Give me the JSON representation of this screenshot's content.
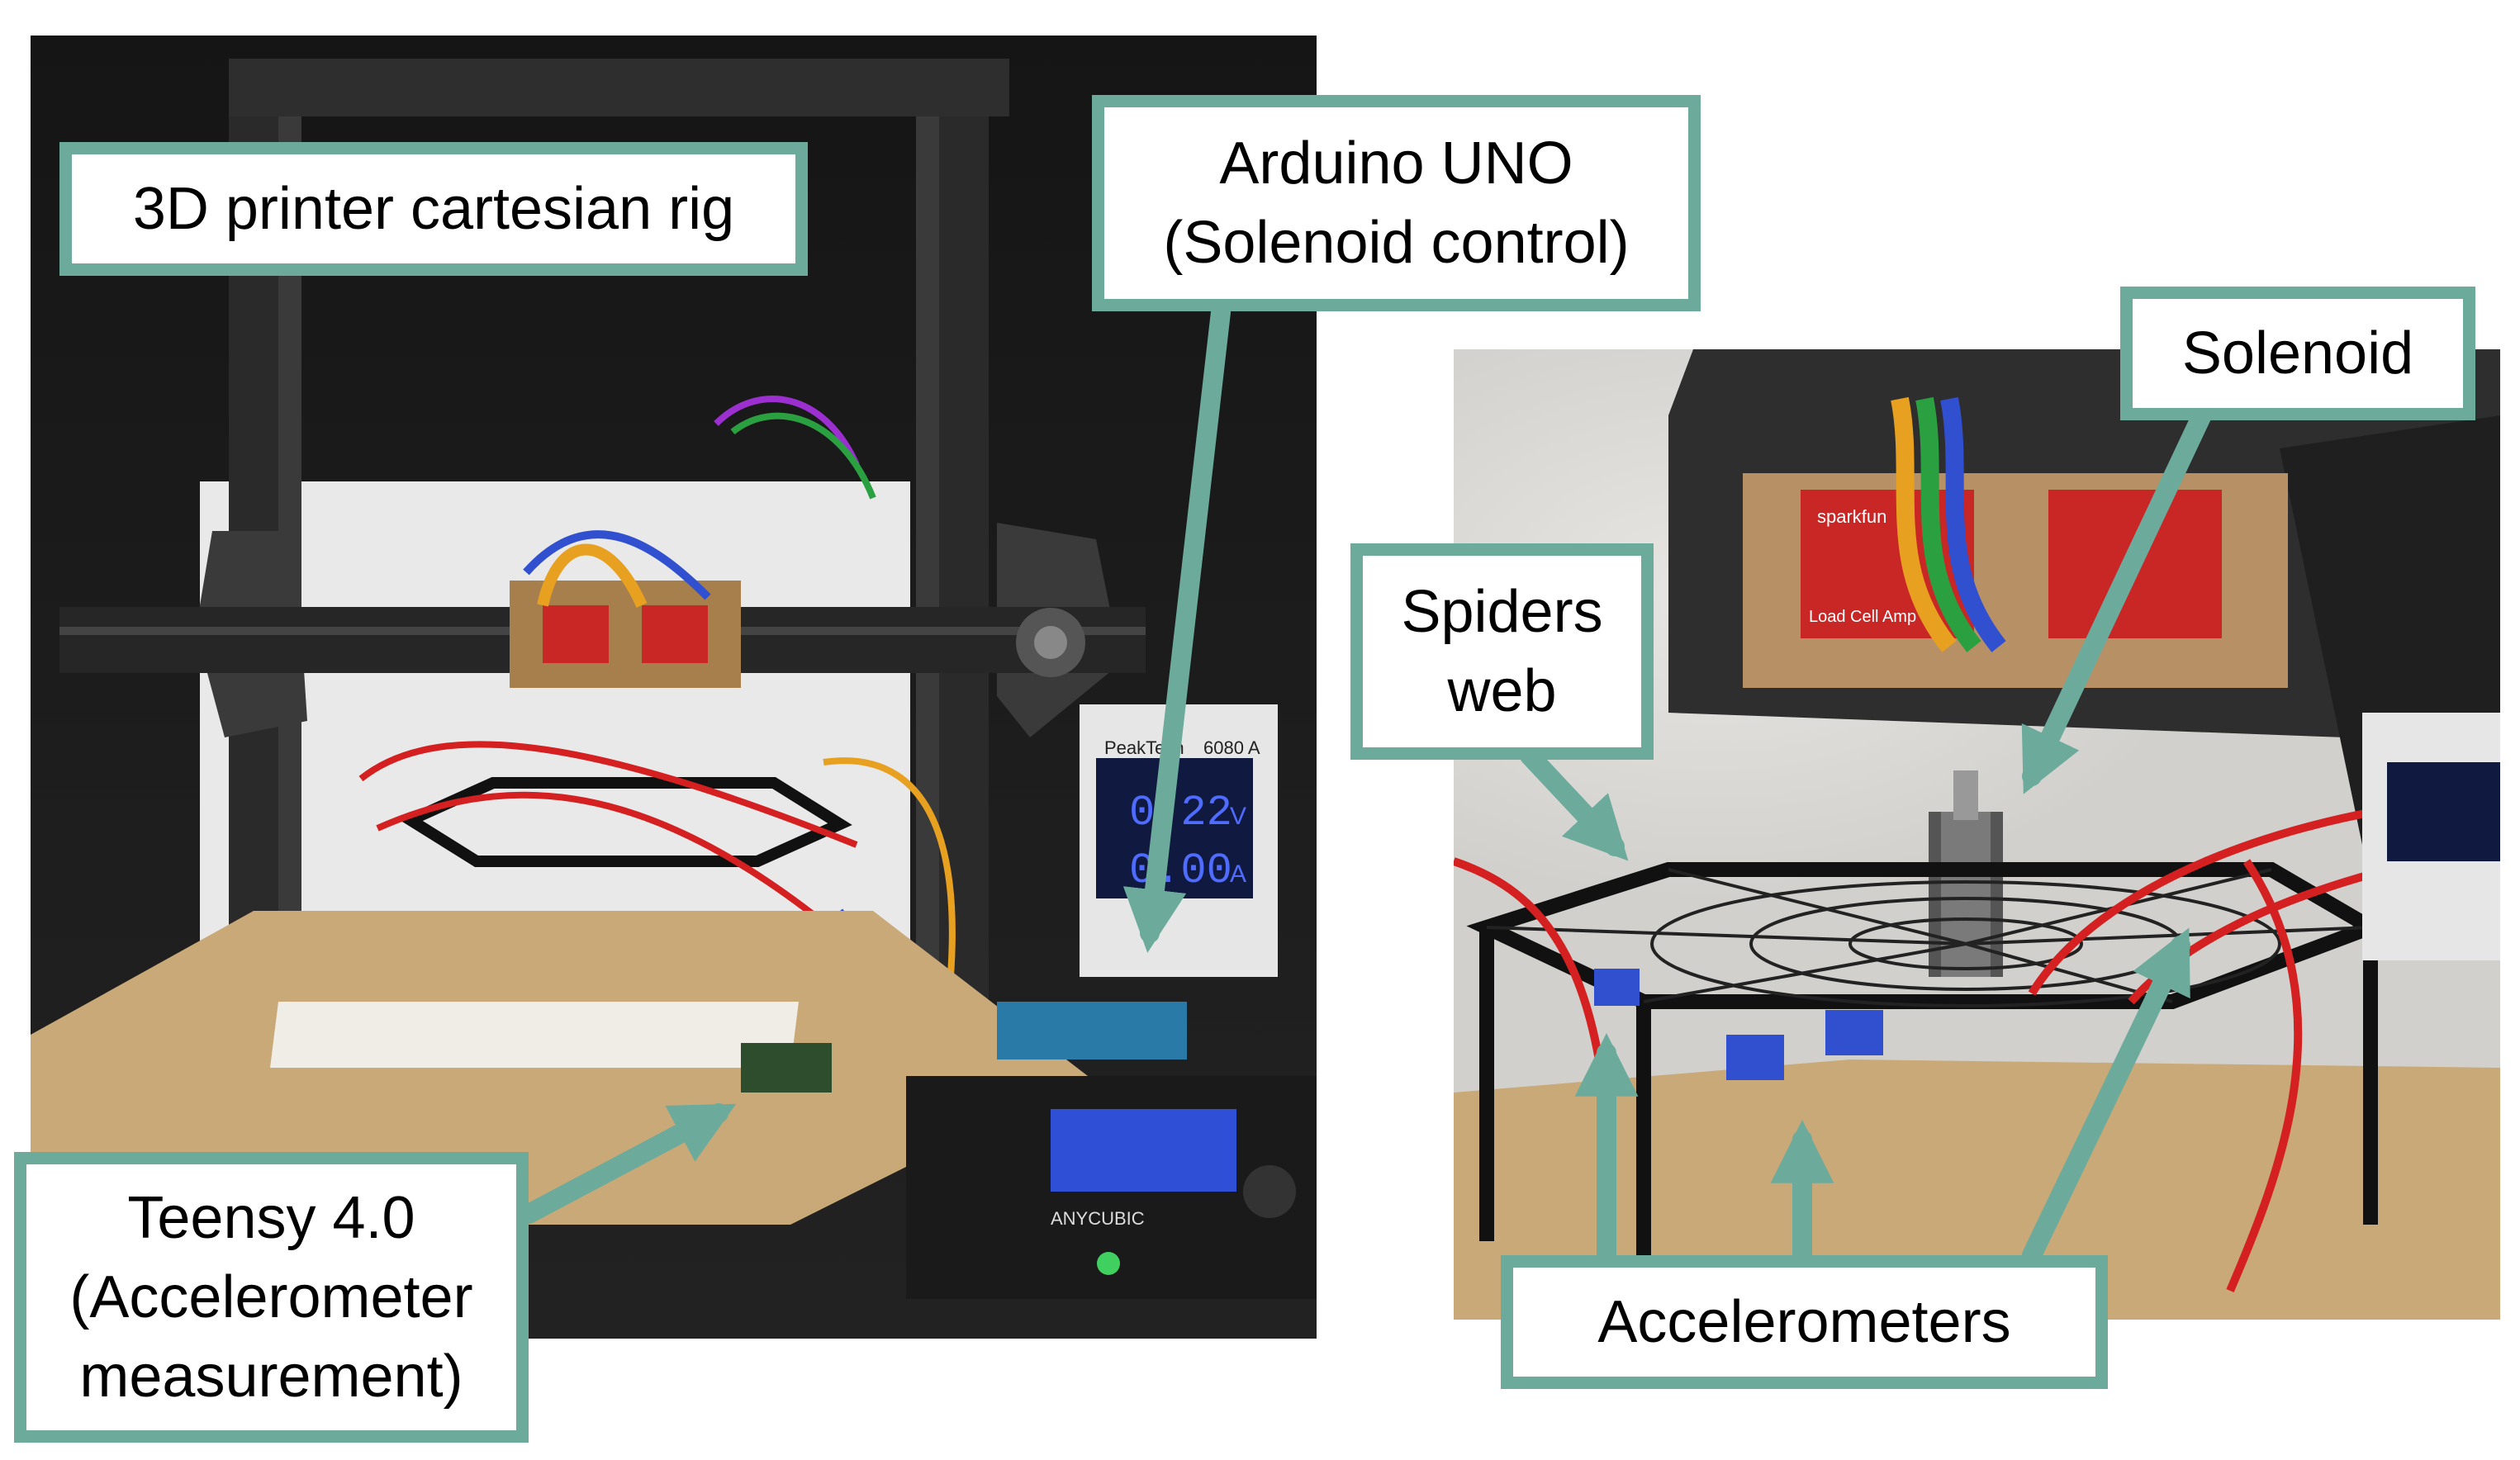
{
  "labels": {
    "rig": [
      "3D printer cartesian rig"
    ],
    "arduino": [
      "Arduino UNO",
      "(Solenoid control)"
    ],
    "teensy": [
      "Teensy 4.0",
      "(Accelerometer",
      "measurement)"
    ],
    "solenoid": [
      "Solenoid"
    ],
    "web": [
      "Spiders",
      "web"
    ],
    "accelerometers": [
      "Accelerometers"
    ]
  },
  "photo_text": {
    "psu_brand": "PeakTech",
    "psu_model": "6080 A",
    "psu_voltage": "0.22",
    "psu_current": "0.00",
    "psu_v_unit": "V",
    "psu_a_unit": "A",
    "printer_brand": "ANYCUBIC",
    "sensor_board": "sparkfun",
    "sensor_board_text": "Load Cell Amp"
  },
  "colors": {
    "label_border": "#6cab9c",
    "arrow": "#6cab9c",
    "frame": "#2a2a2a",
    "wood": "#c9a978",
    "wire_red": "#d42020",
    "psu_display": "#2036c8",
    "lcd": "#2f4fd6"
  }
}
